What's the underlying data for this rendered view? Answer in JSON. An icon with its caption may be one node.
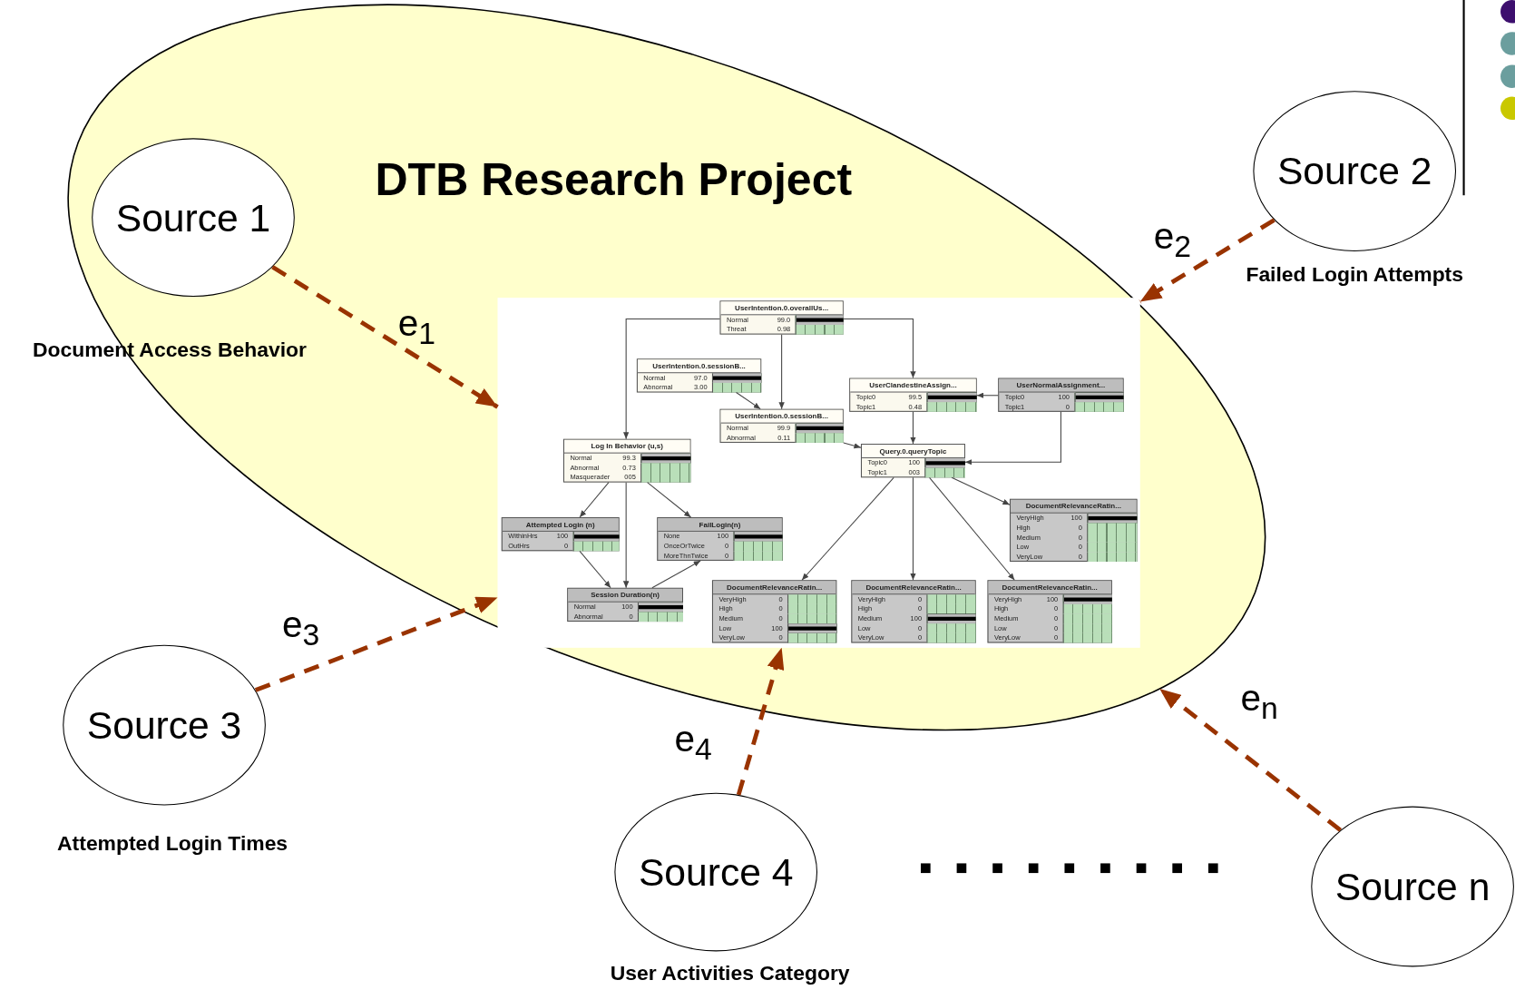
{
  "diagram": {
    "nodes": [
      {
        "text": [
          "DTB Research Project"
        ]
      },
      {
        "text": [],
        "shape": "box",
        "in": 0
      },
      {
        "text": [
          "UserIntention.0.overallUs...",
          "Normal",
          "99.0",
          "Threat",
          "0.98"
        ],
        "in": 1
      },
      {
        "text": [
          "UserIntention.0.sessionB...",
          "Normal",
          "97.0",
          "Abnormal",
          "3.00"
        ],
        "in": 1
      },
      {
        "text": [
          "UserClandestineAssign...",
          "Topic0",
          "99.5",
          "Topic1",
          "0.48"
        ],
        "in": 1
      },
      {
        "text": [
          "UserNormalAssignment...",
          "Topic0",
          "100",
          "Topic1",
          "0"
        ],
        "in": 1
      },
      {
        "text": [
          "UserIntention.0.sessionB...",
          "Normal",
          "99.9",
          "Abnormal",
          "0.11"
        ],
        "in": 1
      },
      {
        "text": [
          "Log In Behavior (u,s)",
          "Normal",
          "99.3",
          "Abnormal",
          "0.73",
          "Masquerader",
          "005"
        ],
        "in": 1
      },
      {
        "text": [
          "Query.0.queryTopic",
          "Topic0",
          "100",
          "Topic1",
          "003"
        ],
        "in": 1
      },
      {
        "text": [
          "Attempted Login (n)",
          "WithinHrs",
          "100",
          "OutHrs",
          "0"
        ],
        "in": 1
      },
      {
        "text": [
          "FailLogin(n)",
          "None",
          "100",
          "OnceOrTwice",
          "0",
          "MoreThnTwice",
          "0"
        ],
        "in": 1
      },
      {
        "text": [
          "DocumentRelevanceRatin...",
          "VeryHigh",
          "100",
          "High",
          "0",
          "Medium",
          "0",
          "Low",
          "0",
          "VeryLow",
          "0"
        ],
        "in": 1
      },
      {
        "text": [
          "Session Duration(n)",
          "Normal",
          "100",
          "Abnormal",
          "0"
        ],
        "in": 1
      },
      {
        "text": [
          "DocumentRelevanceRatin...",
          "VeryHigh",
          "0",
          "High",
          "0",
          "Medium",
          "0",
          "Low",
          "100",
          "VeryLow",
          "0"
        ],
        "in": 1
      },
      {
        "text": [
          "DocumentRelevanceRatin...",
          "VeryHigh",
          "0",
          "High",
          "0",
          "Medium",
          "100",
          "Low",
          "0",
          "VeryLow",
          "0"
        ],
        "in": 1
      },
      {
        "text": [
          "DocumentRelevanceRatin...",
          "VeryHigh",
          "100",
          "High",
          "0",
          "Medium",
          "0",
          "Low",
          "0",
          "VeryLow",
          "0"
        ],
        "in": 1
      },
      {
        "text": [
          "Source 1"
        ],
        "beside": [
          "Document Access Behavior"
        ],
        "in": 0
      },
      {
        "text": [
          "Source 2"
        ],
        "beside": [
          "Failed Login Attempts"
        ]
      },
      {
        "text": [
          "Source 3"
        ],
        "beside": [
          "Attempted Login Times"
        ]
      },
      {
        "text": [
          "Source 4"
        ],
        "beside": [
          "User Activities Category"
        ]
      },
      {
        "text": [
          "Source n"
        ]
      }
    ],
    "edges": [
      {
        "from": 16,
        "to": 1,
        "arrow": "to",
        "label": "e$_{1}$",
        "style": "dashed",
        "color": "#993300"
      },
      {
        "from": 17,
        "to": 1,
        "arrow": "to",
        "label": "e$_{2}$",
        "style": "dashed",
        "color": "#993300"
      },
      {
        "from": 18,
        "to": 1,
        "arrow": "to",
        "label": "e$_{3}$",
        "style": "dashed",
        "color": "#993300"
      },
      {
        "from": 19,
        "to": 1,
        "arrow": "to",
        "label": "e$_{4}$",
        "style": "dashed",
        "color": "#993300"
      },
      {
        "from": 20,
        "to": 0,
        "arrow": "to",
        "label": "e$_{n}$",
        "style": "dashed",
        "color": "#993300"
      },
      {
        "from": 2,
        "to": 7,
        "arrow": "to"
      },
      {
        "from": 2,
        "to": 6,
        "arrow": "to"
      },
      {
        "from": 2,
        "to": 4,
        "arrow": "to"
      },
      {
        "from": 3,
        "to": 6,
        "arrow": "to"
      },
      {
        "from": 5,
        "to": 4,
        "arrow": "to"
      },
      {
        "from": 4,
        "to": 8,
        "arrow": "to"
      },
      {
        "from": 6,
        "to": 8,
        "arrow": "to"
      },
      {
        "from": 5,
        "to": 8,
        "arrow": "to"
      },
      {
        "from": 7,
        "to": 9,
        "arrow": "to"
      },
      {
        "from": 7,
        "to": 12,
        "arrow": "to"
      },
      {
        "from": 7,
        "to": 10,
        "arrow": "to"
      },
      {
        "from": 9,
        "to": 12,
        "arrow": "to"
      },
      {
        "from": 12,
        "to": 10,
        "arrow": "to"
      },
      {
        "from": 8,
        "to": 13,
        "arrow": "to"
      },
      {
        "from": 8,
        "to": 14,
        "arrow": "to"
      },
      {
        "from": 8,
        "to": 15,
        "arrow": "to"
      },
      {
        "from": 8,
        "to": 11,
        "arrow": "to"
      }
    ]
  }
}
